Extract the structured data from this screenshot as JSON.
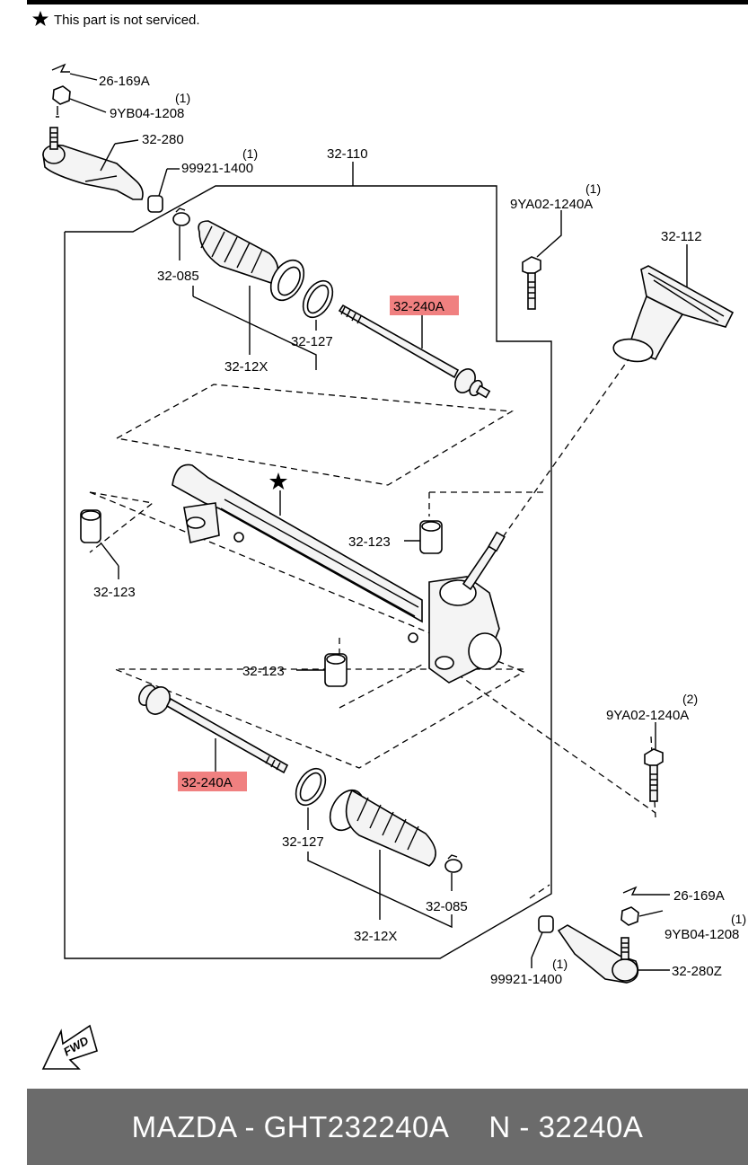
{
  "note": {
    "text": "This part is not serviced."
  },
  "labels": {
    "l26169a_top": "26-169A",
    "l9yb04_top": "9YB04-1208",
    "l9yb04_top_qty": "(1)",
    "l32280": "32-280",
    "l99921_top": "99921-1400",
    "l99921_top_qty": "(1)",
    "l32110": "32-110",
    "l9ya02_top": "9YA02-1240A",
    "l9ya02_top_qty": "(1)",
    "l32112": "32-112",
    "l32085_top": "32-085",
    "l32240a_top": "32-240A",
    "l32127_top": "32-127",
    "l3212x_top": "32-12X",
    "l32123_right": "32-123",
    "l32123_left": "32-123",
    "l32123_mid": "32-123",
    "l9ya02_bot": "9YA02-1240A",
    "l9ya02_bot_qty": "(2)",
    "l32240a_bot": "32-240A",
    "l32127_bot": "32-127",
    "l3212x_bot": "32-12X",
    "l32085_bot": "32-085",
    "l26169a_bot": "26-169A",
    "l9yb04_bot": "9YB04-1208",
    "l9yb04_bot_qty": "(1)",
    "l32280z": "32-280Z",
    "l99921_bot": "99921-1400",
    "l99921_bot_qty": "(1)",
    "fwd": "FWD"
  },
  "footer": {
    "brand": "MAZDA - GHT232240A",
    "number": "N - 32240A"
  },
  "colors": {
    "highlight": "#f08080",
    "footer_bg": "#6b6b6b",
    "footer_text": "#ffffff"
  }
}
